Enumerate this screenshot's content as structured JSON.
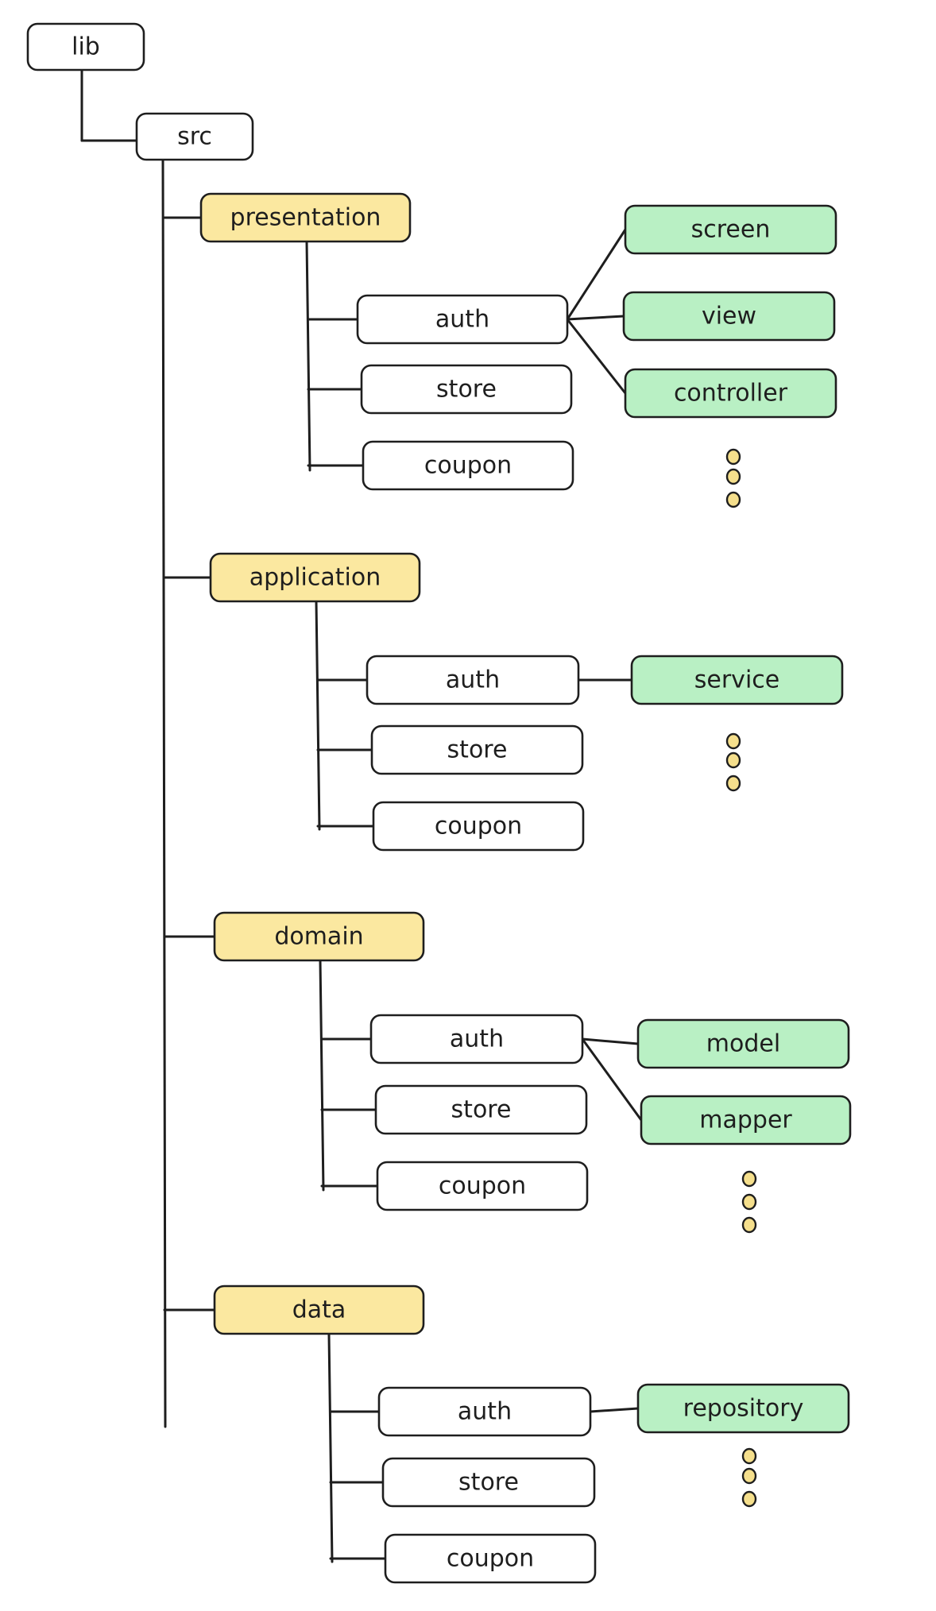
{
  "colors": {
    "root": "#ffffff",
    "layer": "#fbe8a0",
    "feature": "#ffffff",
    "part": "#b9f0c4",
    "ink": "#1e1e1e"
  },
  "root": {
    "label": "lib"
  },
  "src": {
    "label": "src"
  },
  "layers": [
    {
      "id": "presentation",
      "label": "presentation",
      "features": [
        {
          "id": "auth",
          "label": "auth",
          "parts": [
            "screen",
            "view",
            "controller"
          ]
        },
        {
          "id": "store",
          "label": "store",
          "parts": []
        },
        {
          "id": "coupon",
          "label": "coupon",
          "parts": []
        }
      ],
      "has_ellipsis": true
    },
    {
      "id": "application",
      "label": "application",
      "features": [
        {
          "id": "auth",
          "label": "auth",
          "parts": [
            "service"
          ]
        },
        {
          "id": "store",
          "label": "store",
          "parts": []
        },
        {
          "id": "coupon",
          "label": "coupon",
          "parts": []
        }
      ],
      "has_ellipsis": true
    },
    {
      "id": "domain",
      "label": "domain",
      "features": [
        {
          "id": "auth",
          "label": "auth",
          "parts": [
            "model",
            "mapper"
          ]
        },
        {
          "id": "store",
          "label": "store",
          "parts": []
        },
        {
          "id": "coupon",
          "label": "coupon",
          "parts": []
        }
      ],
      "has_ellipsis": true
    },
    {
      "id": "data",
      "label": "data",
      "features": [
        {
          "id": "auth",
          "label": "auth",
          "parts": [
            "repository"
          ]
        },
        {
          "id": "store",
          "label": "store",
          "parts": []
        },
        {
          "id": "coupon",
          "label": "coupon",
          "parts": []
        }
      ],
      "has_ellipsis": true
    }
  ]
}
